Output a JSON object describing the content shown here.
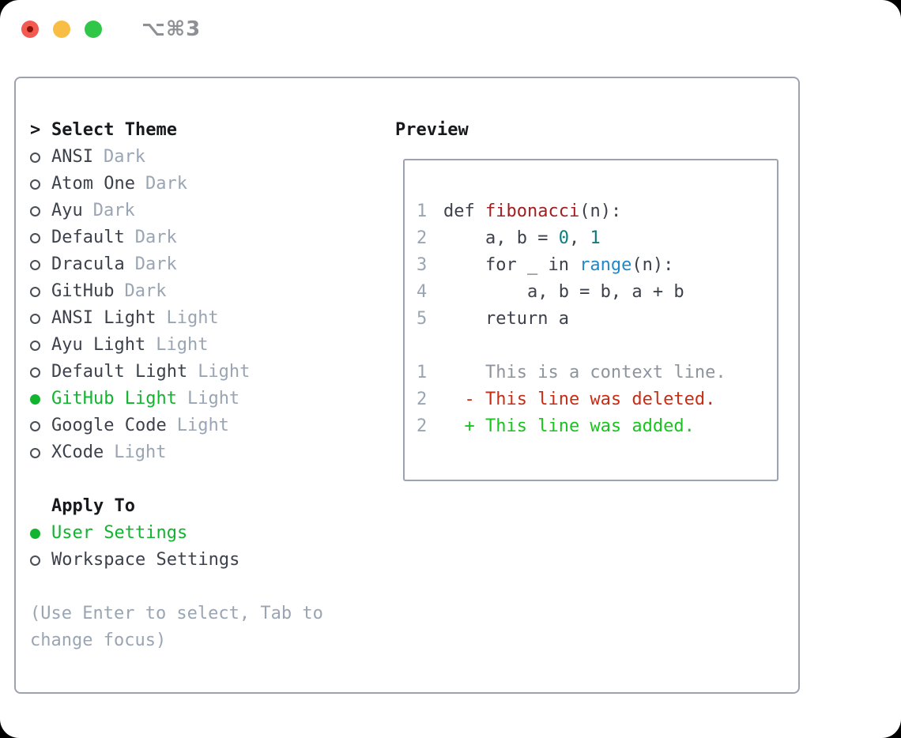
{
  "window": {
    "shortcut_label": "⌥⌘3",
    "traffic_lights": [
      "close",
      "minimize",
      "zoom"
    ]
  },
  "theme_panel": {
    "title_prefix": ">",
    "title": "Select Theme",
    "themes": [
      {
        "name": "ANSI",
        "tag": "Dark",
        "selected": false
      },
      {
        "name": "Atom One",
        "tag": "Dark",
        "selected": false
      },
      {
        "name": "Ayu",
        "tag": "Dark",
        "selected": false
      },
      {
        "name": "Default",
        "tag": "Dark",
        "selected": false
      },
      {
        "name": "Dracula",
        "tag": "Dark",
        "selected": false
      },
      {
        "name": "GitHub",
        "tag": "Dark",
        "selected": false
      },
      {
        "name": "ANSI Light",
        "tag": "Light",
        "selected": false
      },
      {
        "name": "Ayu Light",
        "tag": "Light",
        "selected": false
      },
      {
        "name": "Default Light",
        "tag": "Light",
        "selected": false
      },
      {
        "name": "GitHub Light",
        "tag": "Light",
        "selected": true
      },
      {
        "name": "Google Code",
        "tag": "Light",
        "selected": false
      },
      {
        "name": "XCode",
        "tag": "Light",
        "selected": false
      }
    ],
    "apply_to": {
      "title": "Apply To",
      "options": [
        {
          "name": "User Settings",
          "selected": true
        },
        {
          "name": "Workspace Settings",
          "selected": false
        }
      ]
    },
    "help_text": "(Use Enter to select, Tab to change focus)"
  },
  "preview": {
    "title": "Preview",
    "code_lines": [
      {
        "num": "1",
        "segments": [
          {
            "text": "def ",
            "style": "code"
          },
          {
            "text": "fibonacci",
            "style": "function"
          },
          {
            "text": "(n):",
            "style": "code"
          }
        ]
      },
      {
        "num": "2",
        "segments": [
          {
            "text": "    a, b = ",
            "style": "code"
          },
          {
            "text": "0",
            "style": "number"
          },
          {
            "text": ", ",
            "style": "code"
          },
          {
            "text": "1",
            "style": "number"
          }
        ]
      },
      {
        "num": "3",
        "segments": [
          {
            "text": "    for _ in ",
            "style": "code"
          },
          {
            "text": "range",
            "style": "builtin"
          },
          {
            "text": "(n):",
            "style": "code"
          }
        ]
      },
      {
        "num": "4",
        "segments": [
          {
            "text": "        a, b = b, a + b",
            "style": "code"
          }
        ]
      },
      {
        "num": "5",
        "segments": [
          {
            "text": "    return a",
            "style": "code"
          }
        ]
      },
      {
        "num": "",
        "segments": []
      },
      {
        "num": "1",
        "segments": [
          {
            "text": "    This is a context line.",
            "style": "context"
          }
        ]
      },
      {
        "num": "2",
        "segments": [
          {
            "text": "  - This line was deleted.",
            "style": "deleted"
          }
        ]
      },
      {
        "num": "2",
        "segments": [
          {
            "text": "  + This line was added.",
            "style": "added"
          }
        ]
      }
    ]
  },
  "colors": {
    "accent_green": "#10b42e",
    "added_green": "#17c51d",
    "deleted_red": "#c92c14",
    "function_red": "#a31f1f",
    "number_teal": "#0d7c7e",
    "builtin_blue": "#1f88c9",
    "text": "#3c414b",
    "heading": "#17191d",
    "muted": "#9aa5b3",
    "context_gray": "#8d949d",
    "radio_outline": "#4a4f57",
    "panel_border": "#9aa3af",
    "titlebar_text": "#8e9095",
    "traffic_red": "#f25a52",
    "traffic_red_dot": "#8c1207",
    "traffic_yellow": "#f7bd45",
    "traffic_green": "#30c748"
  }
}
